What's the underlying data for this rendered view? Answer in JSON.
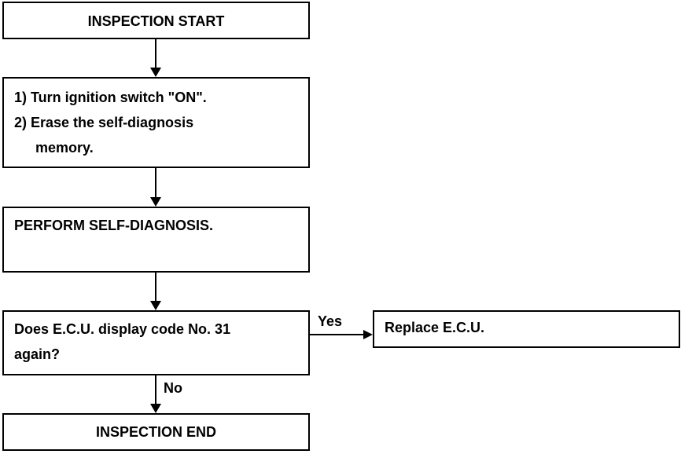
{
  "flowchart": {
    "start": "INSPECTION START",
    "step1": {
      "line1": "1) Turn ignition switch \"ON\".",
      "line2": "2) Erase the self-diagnosis",
      "line3": "memory."
    },
    "step2": "PERFORM SELF-DIAGNOSIS.",
    "decision": {
      "line1": "Does E.C.U. display code No. 31",
      "line2": "again?"
    },
    "yes_label": "Yes",
    "no_label": "No",
    "yes_action": "Replace E.C.U.",
    "end": "INSPECTION END"
  }
}
